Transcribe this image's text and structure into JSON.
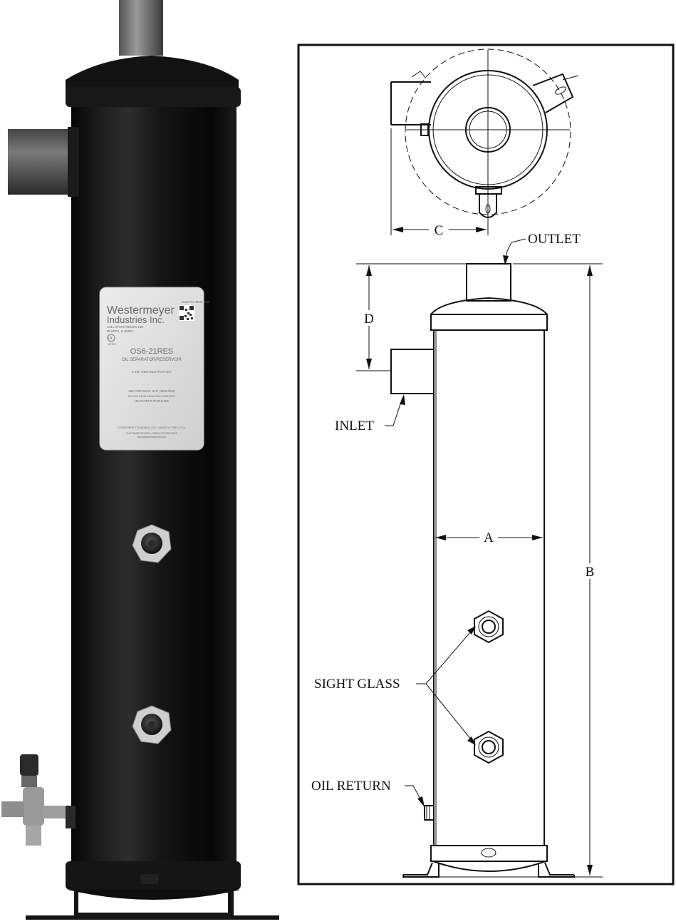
{
  "drawing": {
    "labels": {
      "outlet": "OUTLET",
      "inlet": "INLET",
      "sight_glass": "SIGHT GLASS",
      "oil_return": "OIL RETURN"
    },
    "dimensions": {
      "a": "A",
      "b": "B",
      "c": "C",
      "d": "D"
    }
  },
  "nameplate": {
    "brand_line1": "Westermeyer",
    "brand_line2": "Industries Inc.",
    "address1": "1441 STATE ROUTE 100",
    "address2": "BLUFFS, IL 62621",
    "scan_text": "Scan For More Info",
    "model": "OS6-21RES",
    "product": "OIL SEPARATOR/RESERVOIR",
    "connection": "2-1/8\" ODS INLET/OUTLET",
    "pressure": "450 PSIG MAX. W.P. (3100 kPa)",
    "refrigerants": "R12  R22  R134a  R404a  R407c  R502  R507",
    "patent": "US PATENT #7,810,351",
    "conforms": "CONFORMS TO ANSI/UL 207 •  MADE IN THE U.S.A.",
    "slogan": "CUSTOMER DRIVEN • RESULTS ORIENTED",
    "website": "www.westermeyerind.com",
    "cert_mark": "UL",
    "cert_sub": "LISTED"
  },
  "colors": {
    "body": "#0c0c0c",
    "plate": "#dcdcdc",
    "line": "#111111"
  }
}
